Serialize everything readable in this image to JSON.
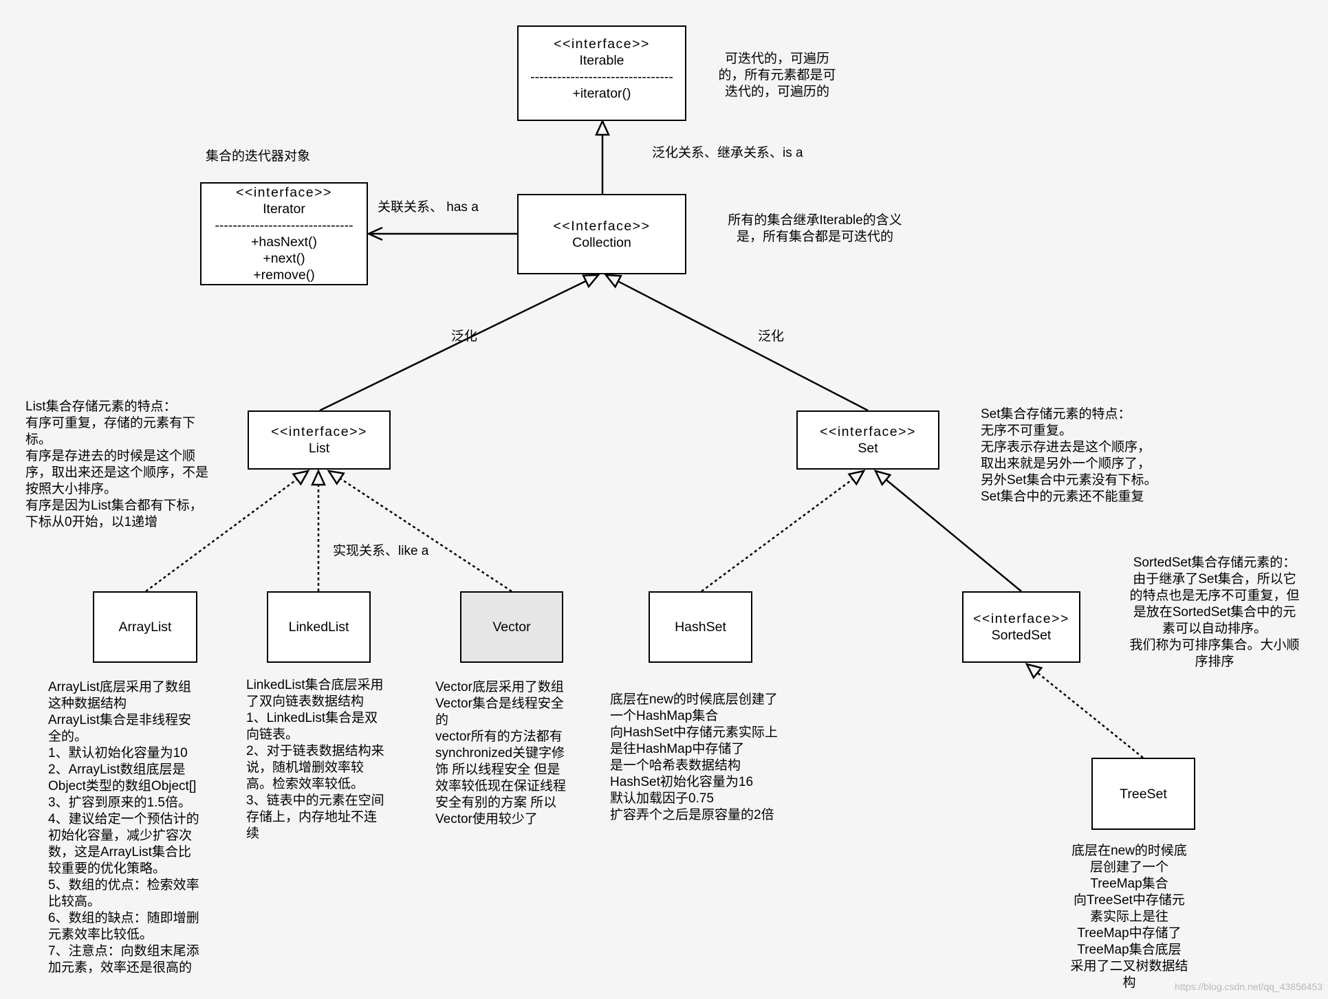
{
  "colors": {
    "background": "#f5f5f5",
    "box_fill": "#ffffff",
    "vector_fill": "#e6e6e6",
    "ink": "#000000",
    "watermark": "#b8b8b8"
  },
  "boxes": {
    "iterable": {
      "stereotype": "<<interface>>",
      "name": "Iterable",
      "separator": "--------------------------------",
      "methods": [
        "+iterator()"
      ]
    },
    "iterator": {
      "stereotype": "<<interface>>",
      "name": "Iterator",
      "separator": "-------------------------------",
      "methods": [
        "+hasNext()",
        "+next()",
        "+remove()"
      ]
    },
    "collection": {
      "stereotype": "<<Interface>>",
      "name": "Collection"
    },
    "list": {
      "stereotype": "<<interface>>",
      "name": "List"
    },
    "set": {
      "stereotype": "<<interface>>",
      "name": "Set"
    },
    "arraylist": {
      "name": "ArrayList"
    },
    "linkedlist": {
      "name": "LinkedList"
    },
    "vector": {
      "name": "Vector"
    },
    "hashset": {
      "name": "HashSet"
    },
    "sortedset": {
      "stereotype": "<<interface>>",
      "name": "SortedSet"
    },
    "treeset": {
      "name": "TreeSet"
    }
  },
  "labels": {
    "is_a": "泛化关系、继承关系、is a",
    "iterator_caption": "集合的迭代器对象",
    "has_a": "关联关系、 has a",
    "list_generalization": "泛化",
    "set_generalization": "泛化",
    "like_a": "实现关系、like a"
  },
  "notes": {
    "iterable": [
      "可迭代的，可遍历",
      "的，所有元素都是可",
      "迭代的，可遍历的"
    ],
    "collection": [
      "所有的集合继承Iterable的含义",
      "是，所有集合都是可迭代的"
    ],
    "list": [
      "List集合存储元素的特点：",
      "有序可重复，存储的元素有下",
      "标。",
      "有序是存进去的时候是这个顺",
      "序，取出来还是这个顺序，不是",
      "按照大小排序。",
      "有序是因为List集合都有下标，",
      "下标从0开始，以1递增"
    ],
    "set": [
      "Set集合存储元素的特点：",
      "无序不可重复。",
      "无序表示存进去是这个顺序，",
      "取出来就是另外一个顺序了，",
      "另外Set集合中元素没有下标。",
      "Set集合中的元素还不能重复"
    ],
    "sortedset": [
      "SortedSet集合存储元素的：",
      "由于继承了Set集合，所以它",
      "的特点也是无序不可重复，但",
      "是放在SortedSet集合中的元",
      "素可以自动排序。",
      "我们称为可排序集合。大小顺",
      "序排序"
    ],
    "arraylist": [
      "ArrayList底层采用了数组",
      "这种数据结构",
      "ArrayList集合是非线程安",
      "全的。",
      "1、默认初始化容量为10",
      "2、ArrayList数组底层是",
      "Object类型的数组Object[]",
      "3、扩容到原来的1.5倍。",
      "4、建议给定一个预估计的",
      "初始化容量，减少扩容次",
      "数，这是ArrayList集合比",
      "较重要的优化策略。",
      "5、数组的优点：检索效率",
      "比较高。",
      "6、数组的缺点：随即增删",
      "元素效率比较低。",
      "7、注意点：向数组末尾添",
      "加元素，效率还是很高的"
    ],
    "linkedlist": [
      "LinkedList集合底层采用",
      "了双向链表数据结构",
      "1、LinkedList集合是双",
      "向链表。",
      "2、对于链表数据结构来",
      "说，随机增删效率较",
      "高。检索效率较低。",
      "3、链表中的元素在空间",
      "存储上，内存地址不连",
      "续"
    ],
    "vector": [
      "Vector底层采用了数组",
      "Vector集合是线程安全",
      "的",
      "vector所有的方法都有",
      "synchronized关键字修",
      "饰 所以线程安全 但是",
      "效率较低现在保证线程",
      "安全有别的方案 所以",
      "Vector使用较少了"
    ],
    "hashset": [
      "底层在new的时候底层创建了",
      "一个HashMap集合",
      "向HashSet中存储元素实际上",
      "是往HashMap中存储了",
      "是一个哈希表数据结构",
      "HashSet初始化容量为16",
      "默认加载因子0.75",
      "扩容弄个之后是原容量的2倍"
    ],
    "treeset": [
      "底层在new的时候底",
      "层创建了一个",
      "TreeMap集合",
      "向TreeSet中存储元",
      "素实际上是往",
      "TreeMap中存储了",
      "TreeMap集合底层",
      "采用了二叉树数据结",
      "构"
    ]
  },
  "watermark": "https://blog.csdn.net/qq_43856453"
}
